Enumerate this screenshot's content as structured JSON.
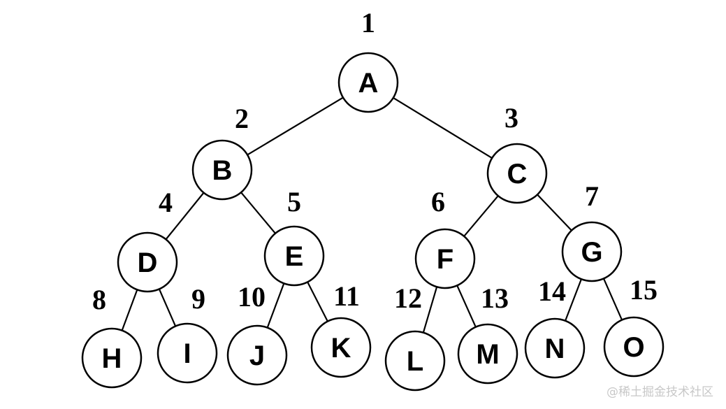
{
  "tree": {
    "nodes": [
      {
        "id": "A",
        "label": "A",
        "number": "1"
      },
      {
        "id": "B",
        "label": "B",
        "number": "2"
      },
      {
        "id": "C",
        "label": "C",
        "number": "3"
      },
      {
        "id": "D",
        "label": "D",
        "number": "4"
      },
      {
        "id": "E",
        "label": "E",
        "number": "5"
      },
      {
        "id": "F",
        "label": "F",
        "number": "6"
      },
      {
        "id": "G",
        "label": "G",
        "number": "7"
      },
      {
        "id": "H",
        "label": "H",
        "number": "8"
      },
      {
        "id": "I",
        "label": "I",
        "number": "9"
      },
      {
        "id": "J",
        "label": "J",
        "number": "10"
      },
      {
        "id": "K",
        "label": "K",
        "number": "11"
      },
      {
        "id": "L",
        "label": "L",
        "number": "12"
      },
      {
        "id": "M",
        "label": "M",
        "number": "13"
      },
      {
        "id": "N",
        "label": "N",
        "number": "14"
      },
      {
        "id": "O",
        "label": "O",
        "number": "15"
      }
    ],
    "edges": [
      [
        "A",
        "B"
      ],
      [
        "A",
        "C"
      ],
      [
        "B",
        "D"
      ],
      [
        "B",
        "E"
      ],
      [
        "C",
        "F"
      ],
      [
        "C",
        "G"
      ],
      [
        "D",
        "H"
      ],
      [
        "D",
        "I"
      ],
      [
        "E",
        "J"
      ],
      [
        "E",
        "K"
      ],
      [
        "F",
        "L"
      ],
      [
        "F",
        "M"
      ],
      [
        "G",
        "N"
      ],
      [
        "G",
        "O"
      ]
    ]
  },
  "watermark": "@稀土掘金技术社区"
}
